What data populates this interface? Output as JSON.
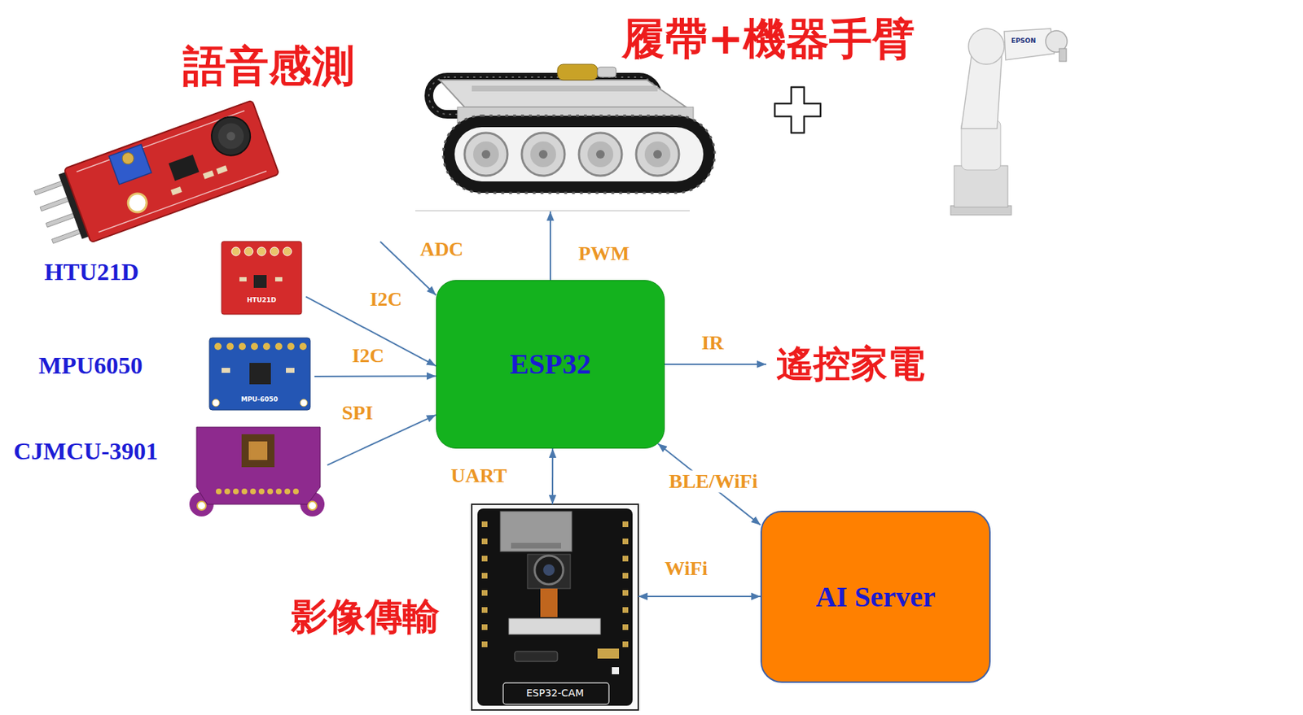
{
  "diagram": {
    "nodes": [
      {
        "text": [
          "語音感測"
        ]
      },
      {
        "text": [
          "履帶+機器手臂"
        ]
      },
      {
        "text": [
          "HTU21D"
        ]
      },
      {
        "text": [
          "MPU6050"
        ]
      },
      {
        "text": [
          "CJMCU-3901"
        ]
      },
      {
        "text": [
          "ESP32"
        ]
      },
      {
        "text": [
          "遙控家電"
        ]
      },
      {
        "text": [
          "影像傳輸",
          "ESP32-CAM"
        ]
      },
      {
        "text": [
          "AI Server"
        ]
      }
    ],
    "edges": [
      {
        "from": 0,
        "to": 5,
        "arrow": "to",
        "label": "ADC"
      },
      {
        "from": 5,
        "to": 1,
        "arrow": "to",
        "label": "PWM"
      },
      {
        "from": 2,
        "to": 5,
        "arrow": "to",
        "label": "I2C"
      },
      {
        "from": 3,
        "to": 5,
        "arrow": "to",
        "label": "I2C"
      },
      {
        "from": 4,
        "to": 5,
        "arrow": "to",
        "label": "SPI"
      },
      {
        "from": 5,
        "to": 6,
        "arrow": "to",
        "label": "IR"
      },
      {
        "from": 5,
        "to": 7,
        "arrow": "both",
        "label": "UART"
      },
      {
        "from": 5,
        "to": 8,
        "arrow": "both",
        "label": "BLE/WiFi"
      },
      {
        "from": 7,
        "to": 8,
        "arrow": "both",
        "label": "WiFi"
      }
    ],
    "labels": [
      "EPSON",
      "HTU21D",
      "MPU-6050"
    ]
  }
}
